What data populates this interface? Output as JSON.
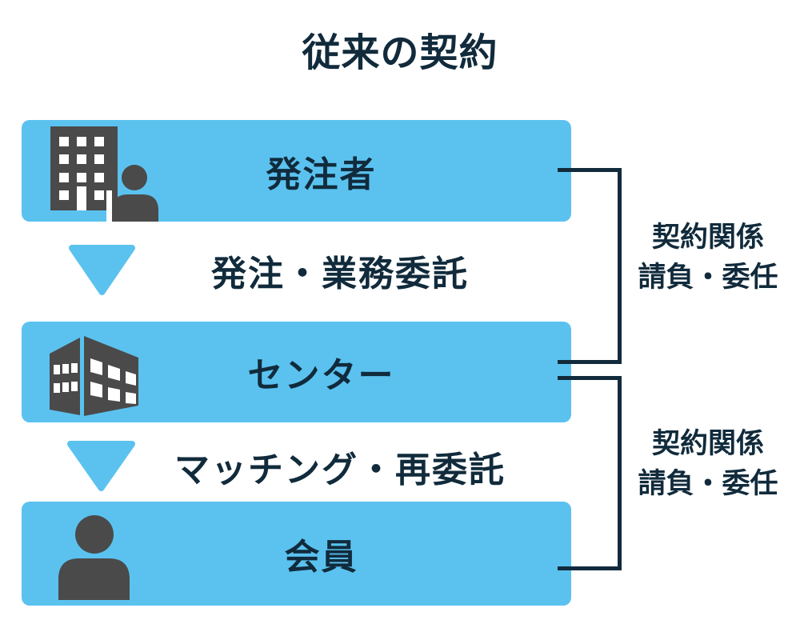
{
  "title": "従来の契約",
  "colors": {
    "box_blue": "#5bc2ef",
    "navy_text": "#112b3c",
    "icon_gray": "#4a4a4a"
  },
  "boxes": [
    {
      "label": "発注者",
      "icon": "building-person-icon"
    },
    {
      "label": "センター",
      "icon": "office-building-3d-icon"
    },
    {
      "label": "会員",
      "icon": "person-icon"
    }
  ],
  "connectors": [
    {
      "label": "発注・業務委託"
    },
    {
      "label": "マッチング・再委託"
    }
  ],
  "brackets": [
    {
      "line1": "契約関係",
      "line2": "請負・委任"
    },
    {
      "line1": "契約関係",
      "line2": "請負・委任"
    }
  ]
}
